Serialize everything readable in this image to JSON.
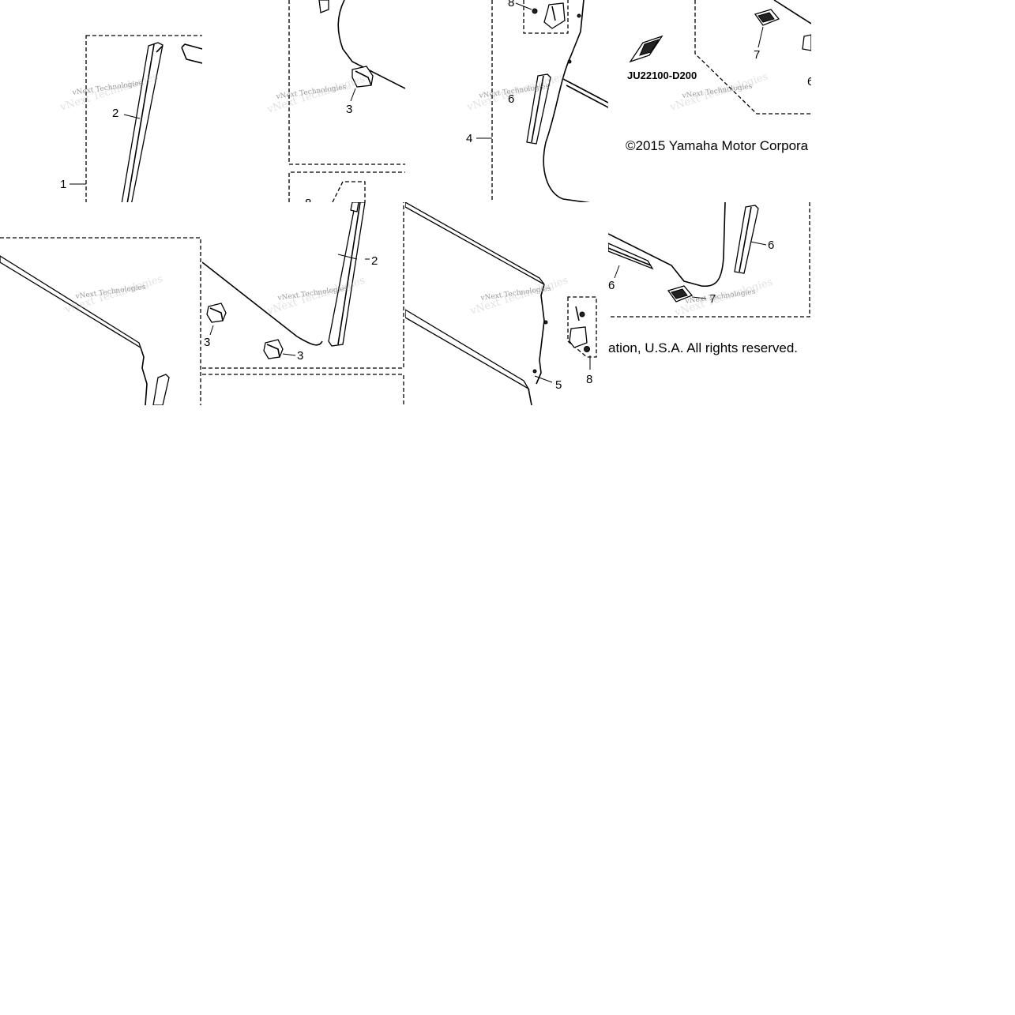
{
  "diagram": {
    "callouts": [
      "1",
      "2",
      "3",
      "4",
      "5",
      "6",
      "7",
      "8"
    ],
    "watermark": "vNext Technologies",
    "part_code": "JU22100-D200",
    "copyright_part1": "©2015 Yamaha Motor Corpora",
    "copyright_part2": "ation, U.S.A. All rights reserved."
  }
}
